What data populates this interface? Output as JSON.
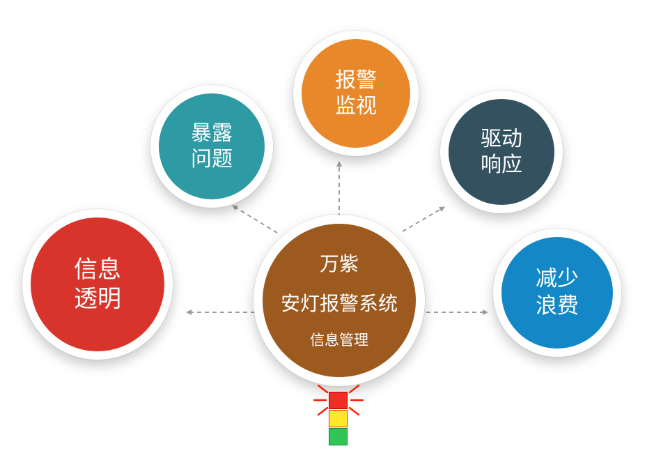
{
  "diagram": {
    "center": {
      "line1": "万紫",
      "line2": "安灯报警系统",
      "line3": "信息管理",
      "color": "#9C5A1F"
    },
    "satellites": [
      {
        "id": "info-transparency",
        "line1": "信息",
        "line2": "透明",
        "color": "#D9342B"
      },
      {
        "id": "expose-problems",
        "line1": "暴露",
        "line2": "问题",
        "color": "#2D9AA4"
      },
      {
        "id": "alarm-monitoring",
        "line1": "报警",
        "line2": "监视",
        "color": "#E8882B"
      },
      {
        "id": "drive-response",
        "line1": "驱动",
        "line2": "响应",
        "color": "#34515F"
      },
      {
        "id": "reduce-waste",
        "line1": "减少",
        "line2": "浪费",
        "color": "#1487C6"
      }
    ],
    "arrow_color": "#9B9B9B",
    "andon": {
      "red": "#EE2E24",
      "yellow": "#FFE829",
      "green": "#2FC655",
      "ray_color": "#FF1A00"
    }
  }
}
